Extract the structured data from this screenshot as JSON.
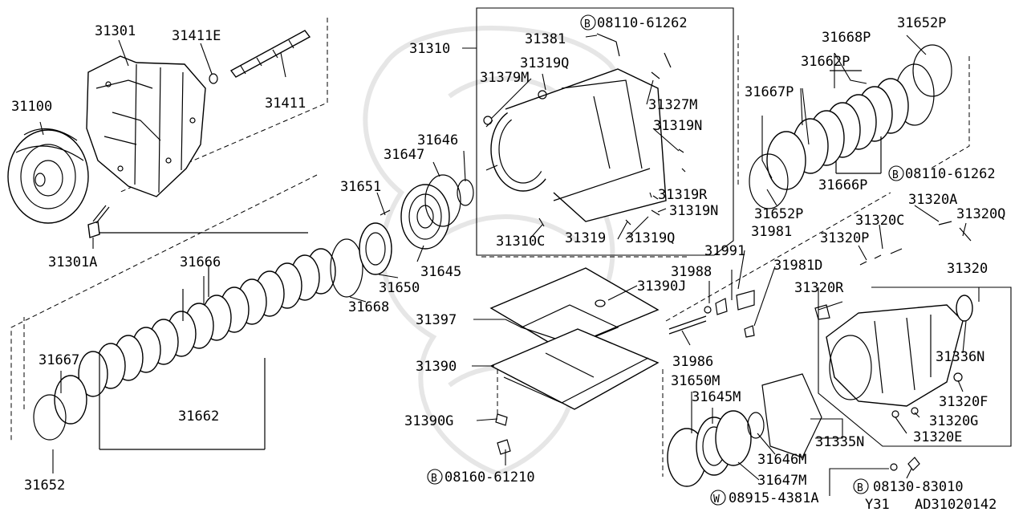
{
  "labels": {
    "p31301": "31301",
    "p31411E": "31411E",
    "p31411": "31411",
    "p31100": "31100",
    "p31301A": "31301A",
    "p31666": "31666",
    "p31667": "31667",
    "p31662": "31662",
    "p31652": "31652",
    "p31651": "31651",
    "p31647": "31647",
    "p31646": "31646",
    "p31645": "31645",
    "p31650": "31650",
    "p31668": "31668",
    "p31310": "31310",
    "p31381": "31381",
    "b1": "08110-61262",
    "p31319Q_a": "31319Q",
    "p31379M": "31379M",
    "p31327M": "31327M",
    "p31319N_a": "31319N",
    "p31319R": "31319R",
    "p31319N_b": "31319N",
    "p31310C": "31310C",
    "p31319": "31319",
    "p31319Q_b": "31319Q",
    "p31668P": "31668P",
    "p31652P_a": "31652P",
    "p31662P": "31662P",
    "p31667P": "31667P",
    "p31666P": "31666P",
    "p31652P_b": "31652P",
    "b2": "08110-61262",
    "p31320A": "31320A",
    "p31320C": "31320C",
    "p31320Q": "31320Q",
    "p31320P": "31320P",
    "p31320": "31320",
    "p31981": "31981",
    "p31991": "31991",
    "p31988": "31988",
    "p31981D": "31981D",
    "p31390J": "31390J",
    "p31397": "31397",
    "p31390": "31390",
    "p31390G": "31390G",
    "b3": "08160-61210",
    "p31986": "31986",
    "p31320R": "31320R",
    "p31336N": "31336N",
    "p31320F": "31320F",
    "p31320G": "31320G",
    "p31320E": "31320E",
    "p31335N": "31335N",
    "p31650M": "31650M",
    "p31645M": "31645M",
    "p31646M": "31646M",
    "p31647M": "31647M",
    "w1": "08915-4381A",
    "b4": "08130-83010",
    "model": "Y31",
    "code": "AD31020142"
  },
  "badges": {
    "bolt": "B",
    "washer": "W"
  }
}
